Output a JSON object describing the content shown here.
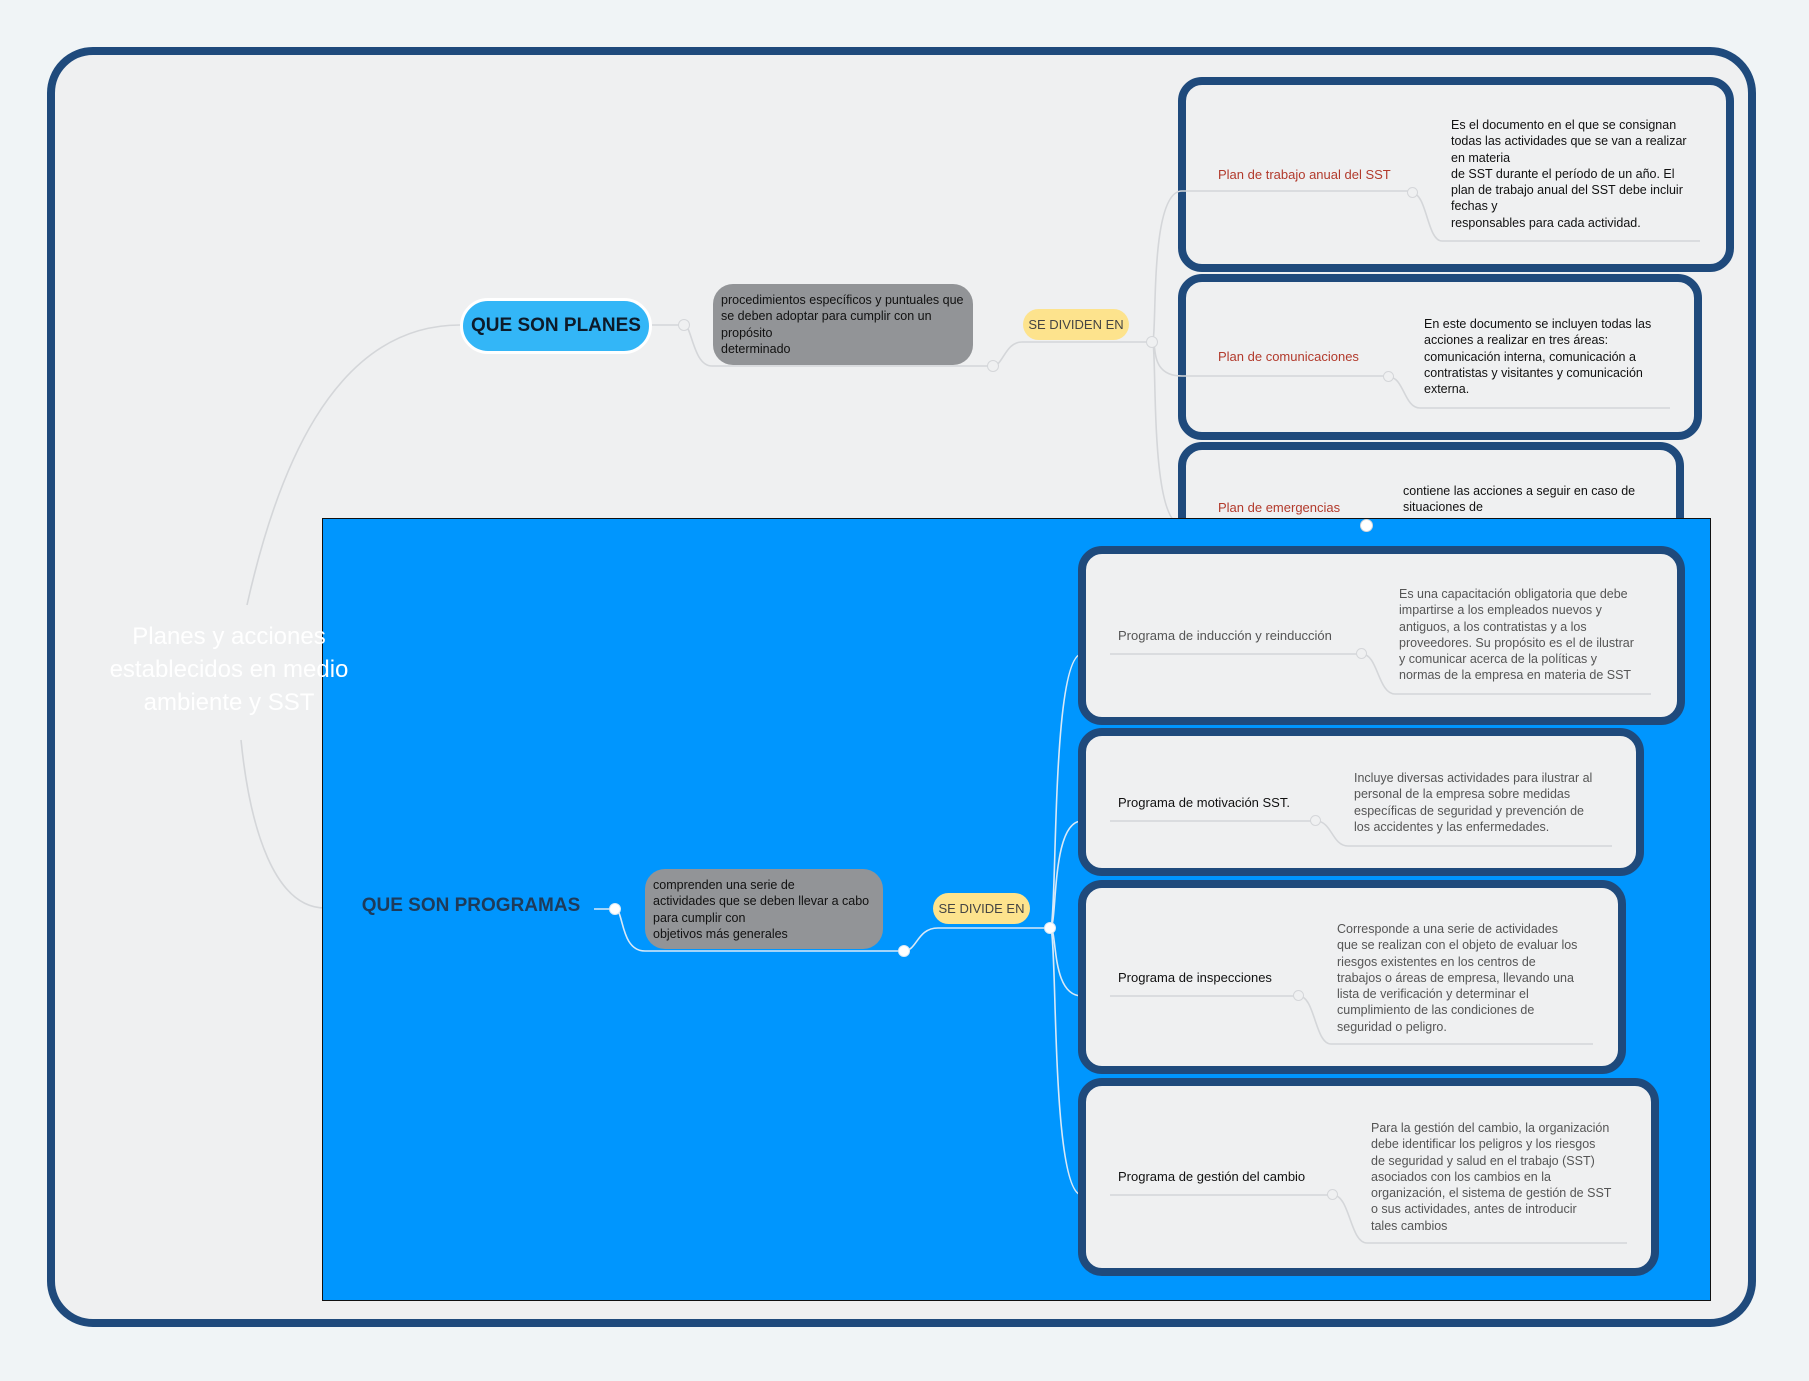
{
  "root": {
    "title": "Planes y acciones establecidos en medio ambiente y SST"
  },
  "planes": {
    "title": "QUE SON PLANES",
    "definition": "procedimientos específicos y puntuales que se deben adoptar para cumplir con un propósito\ndeterminado",
    "connector": "SE DIVIDEN EN",
    "items": [
      {
        "label": "Plan de trabajo anual del SST",
        "description": "Es el documento en el que se consignan\ntodas las actividades que se van a realizar\nen materia\nde SST durante el período de un año. El\nplan de trabajo anual del SST debe incluir\nfechas y\nresponsables para cada actividad."
      },
      {
        "label": "Plan de comunicaciones",
        "description": "En este documento se incluyen todas las\nacciones a realizar en tres áreas:\ncomunicación interna, comunicación a\ncontratistas y visitantes y comunicación\nexterna."
      },
      {
        "label": "Plan de emergencias",
        "description": "contiene las acciones a seguir en caso de\nsituaciones de\ncalamidad, urgencia o catástrofe."
      }
    ]
  },
  "programas": {
    "title": "QUE SON PROGRAMAS",
    "definition": "comprenden una serie de\nactividades que se deben llevar a cabo\npara cumplir con\nobjetivos más generales",
    "connector": "SE DIVIDE EN",
    "items": [
      {
        "label": "Programa de inducción y reinducción",
        "description": "Es una capacitación obligatoria que debe\nimpartirse a los empleados nuevos y\nantiguos, a los contratistas y a los\nproveedores. Su propósito es el de ilustrar\ny comunicar acerca de la políticas y\nnormas de la empresa en materia de SST"
      },
      {
        "label": "Programa de motivación SST.",
        "description": "Incluye diversas actividades para ilustrar al\npersonal de la empresa sobre medidas\nespecíficas de seguridad y prevención de\nlos accidentes y las enfermedades."
      },
      {
        "label": "Programa de inspecciones",
        "description": "Corresponde a una serie de actividades\nque se realizan con el objeto de evaluar los\nriesgos existentes en los centros de\ntrabajos o áreas de empresa, llevando una\nlista de verificación y determinar el\ncumplimiento de las condiciones de\nseguridad o peligro."
      },
      {
        "label": "Programa de gestión del cambio",
        "description": "Para la gestión del cambio, la organización\ndebe identificar los peligros y los riesgos\nde seguridad y salud en el trabajo (SST)\nasociados con los cambios en la\norganización, el sistema de gestión de SST\no sus actividades, antes de introducir\ntales cambios"
      }
    ]
  },
  "colors": {
    "frame_border": "#1f4a7c",
    "programas_background": "#0096fe",
    "planes_pill": "#33b6f7",
    "definition_box": "#929497",
    "connector_tag": "#fde38d",
    "plan_label": "#b23a2c"
  }
}
